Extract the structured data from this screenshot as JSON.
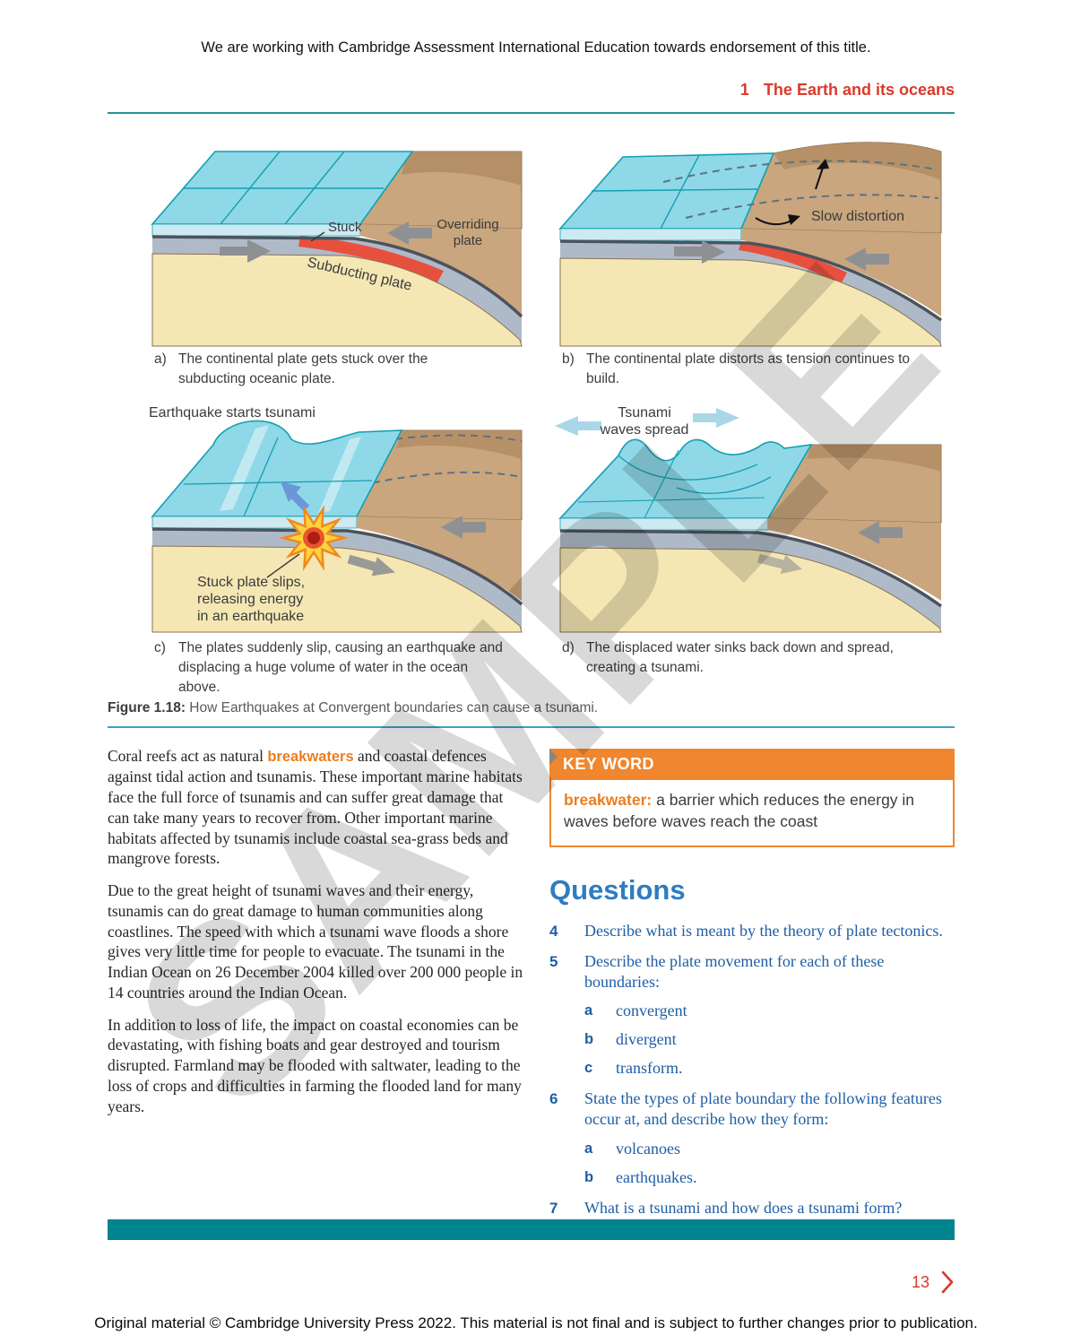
{
  "page": {
    "header_notice": "We are working with Cambridge Assessment International Education towards endorsement of this title.",
    "chapter_number": "1",
    "chapter_title": "The Earth and its oceans",
    "page_number": "13",
    "footer": "Original material © Cambridge University Press 2022. This material is not final and is subject to further changes prior to publication.",
    "watermark": "SAMPLE"
  },
  "colors": {
    "accent_teal": "#2a9298",
    "bottom_bar_teal": "#00848e",
    "heading_red": "#d93a2b",
    "keyword_orange": "#f0862e",
    "question_blue": "#1e5ea5",
    "question_heading_blue": "#2e7cc1",
    "water_blue": "#8fd8e8",
    "land_tan": "#c9a67e",
    "plate_gray": "#afbac9",
    "mantle_cream": "#f5e7b4",
    "stuck_red": "#e8503e"
  },
  "figure": {
    "caption_label": "Figure 1.18:",
    "caption_text": " How Earthquakes at Convergent boundaries can cause a tsunami.",
    "panels": [
      {
        "caption_label": "a)",
        "caption": "The continental plate gets stuck over the subducting oceanic plate.",
        "labels": {
          "stuck": "Stuck",
          "overriding_1": "Overriding",
          "overriding_2": "plate",
          "subducting": "Subducting plate"
        }
      },
      {
        "caption_label": "b)",
        "caption": "The continental plate distorts as tension continues to build.",
        "labels": {
          "slow_distortion": "Slow distortion"
        }
      },
      {
        "caption_label": "c)",
        "caption": "The plates suddenly slip, causing an earthquake and displacing a huge volume of water in the ocean above.",
        "labels": {
          "top": "Earthquake starts tsunami",
          "note_1": "Stuck plate slips,",
          "note_2": "releasing energy",
          "note_3": "in an earthquake"
        }
      },
      {
        "caption_label": "d)",
        "caption": "The displaced water sinks back down and spread, creating a tsunami.",
        "labels": {
          "line1": "Tsunami",
          "line2": "waves spread"
        }
      }
    ]
  },
  "body": {
    "p1_pre": "Coral reefs act as natural ",
    "p1_keyword": "breakwaters",
    "p1_post": " and coastal defences against tidal action and tsunamis. These important marine habitats face the full force of tsunamis and can suffer great damage that can take many years to recover from. Other important marine habitats affected by tsunamis include coastal sea-grass beds and mangrove forests.",
    "p2": "Due to the great height of tsunami waves and their energy, tsunamis can do great damage to human communities along coastlines. The speed with which a tsunami wave floods a shore gives very little time for people to evacuate. The tsunami in the Indian Ocean on 26 December 2004 killed over 200 000 people in 14 countries around the Indian Ocean.",
    "p3": "In addition to loss of life, the impact on coastal economies can be devastating, with fishing boats and gear destroyed and tourism disrupted. Farmland may be flooded with saltwater, leading to the loss of crops and difficulties in farming the flooded land for many years."
  },
  "keyword_box": {
    "title": "KEY WORD",
    "term": "breakwater:",
    "definition": " a barrier which reduces the energy in waves before waves reach the coast"
  },
  "questions": {
    "title": "Questions",
    "items": [
      {
        "num": "4",
        "text": "Describe what is meant by the theory of plate tectonics."
      },
      {
        "num": "5",
        "text": "Describe the plate movement for each of these boundaries:",
        "subs": [
          {
            "letter": "a",
            "text": "convergent"
          },
          {
            "letter": "b",
            "text": "divergent"
          },
          {
            "letter": "c",
            "text": "transform."
          }
        ]
      },
      {
        "num": "6",
        "text": "State the types of plate boundary the following features occur at, and describe how they form:",
        "subs": [
          {
            "letter": "a",
            "text": "volcanoes"
          },
          {
            "letter": "b",
            "text": "earthquakes."
          }
        ]
      },
      {
        "num": "7",
        "text": "What is a tsunami and how does a tsunami form?"
      }
    ]
  }
}
